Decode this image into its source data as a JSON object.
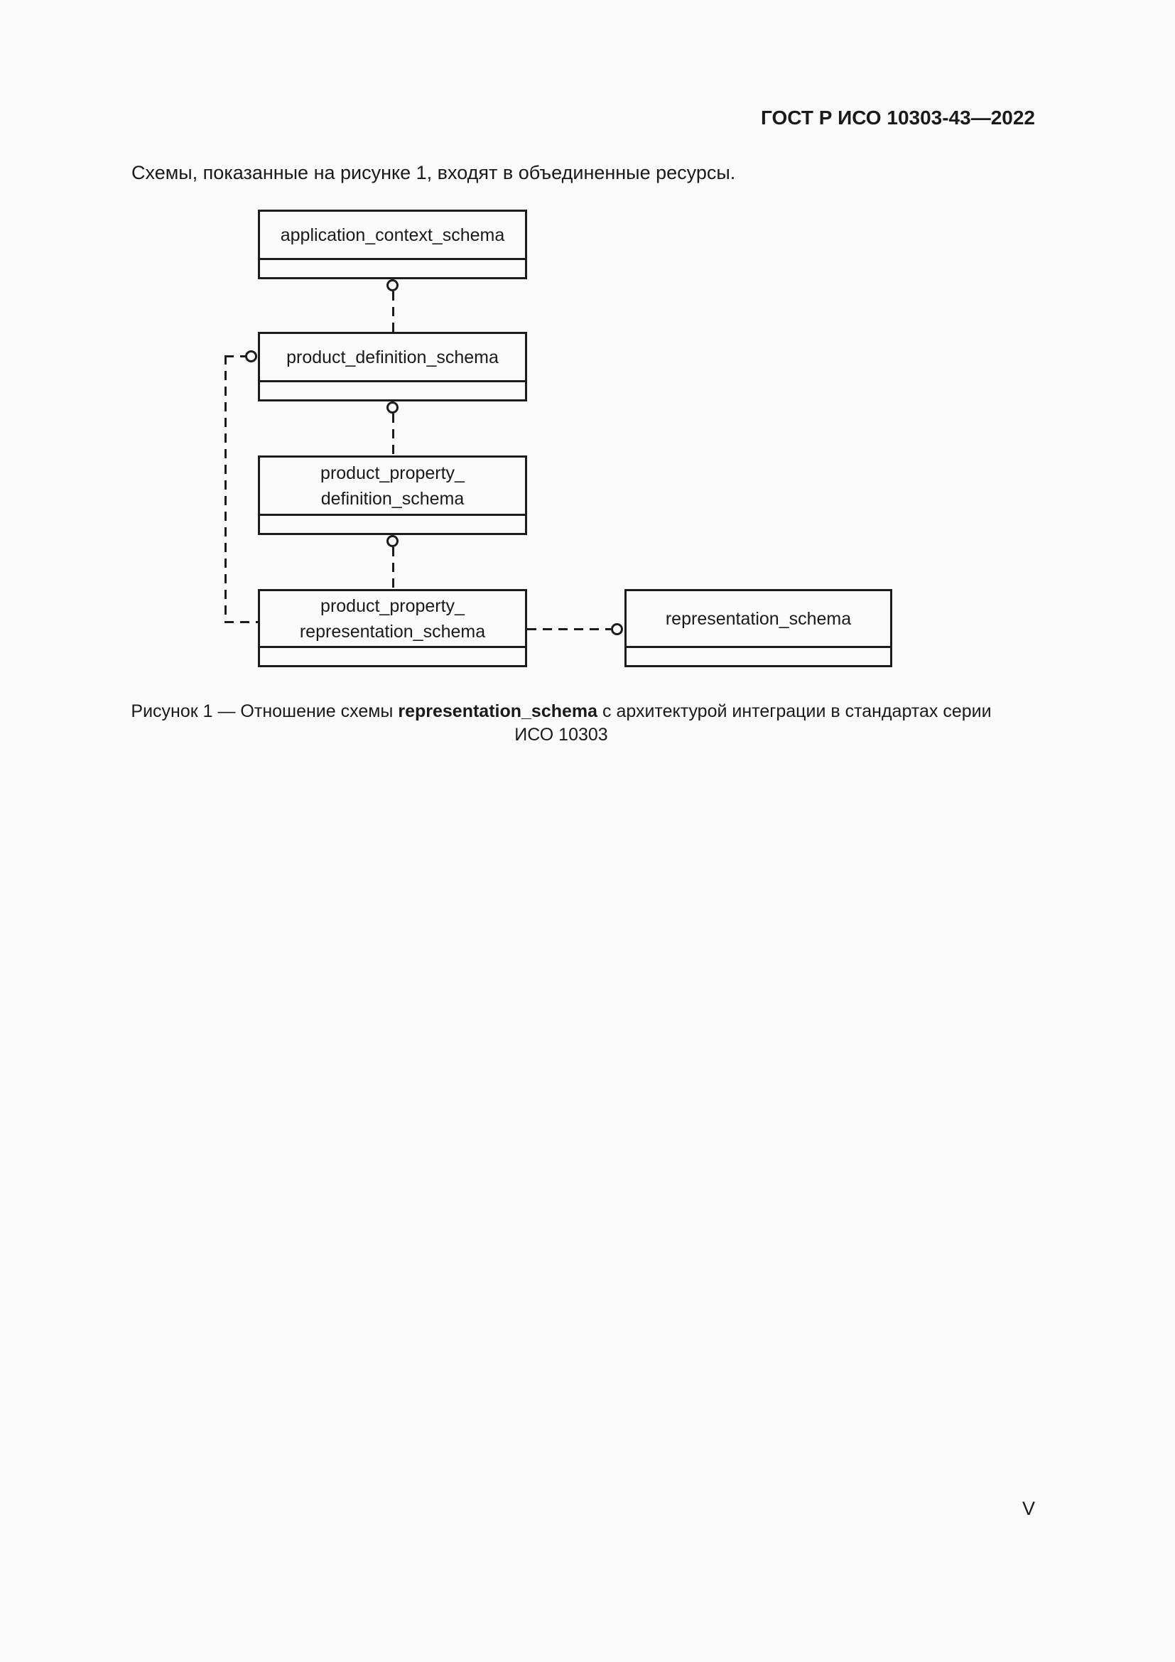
{
  "page": {
    "header": "ГОСТ Р ИСО 10303-43—2022",
    "intro": "Схемы, показанные на рисунке 1, входят в объединенные ресурсы.",
    "page_number": "V"
  },
  "diagram": {
    "boxes": [
      {
        "lines": [
          "application_context_schema"
        ]
      },
      {
        "lines": [
          "product_definition_schema"
        ]
      },
      {
        "lines": [
          "product_property_",
          "definition_schema"
        ]
      },
      {
        "lines": [
          "product_property_",
          "representation_schema"
        ]
      },
      {
        "lines": [
          "representation_schema"
        ]
      }
    ],
    "connector_style": "dashed line with open circle",
    "line_color": "#1c1c1c"
  },
  "caption": {
    "prefix": "Рисунок 1 — Отношение схемы ",
    "bold_text": "representation_schema",
    "suffix": " с архитектурой интеграции в стандартах серии",
    "line2": "ИСО 10303"
  }
}
